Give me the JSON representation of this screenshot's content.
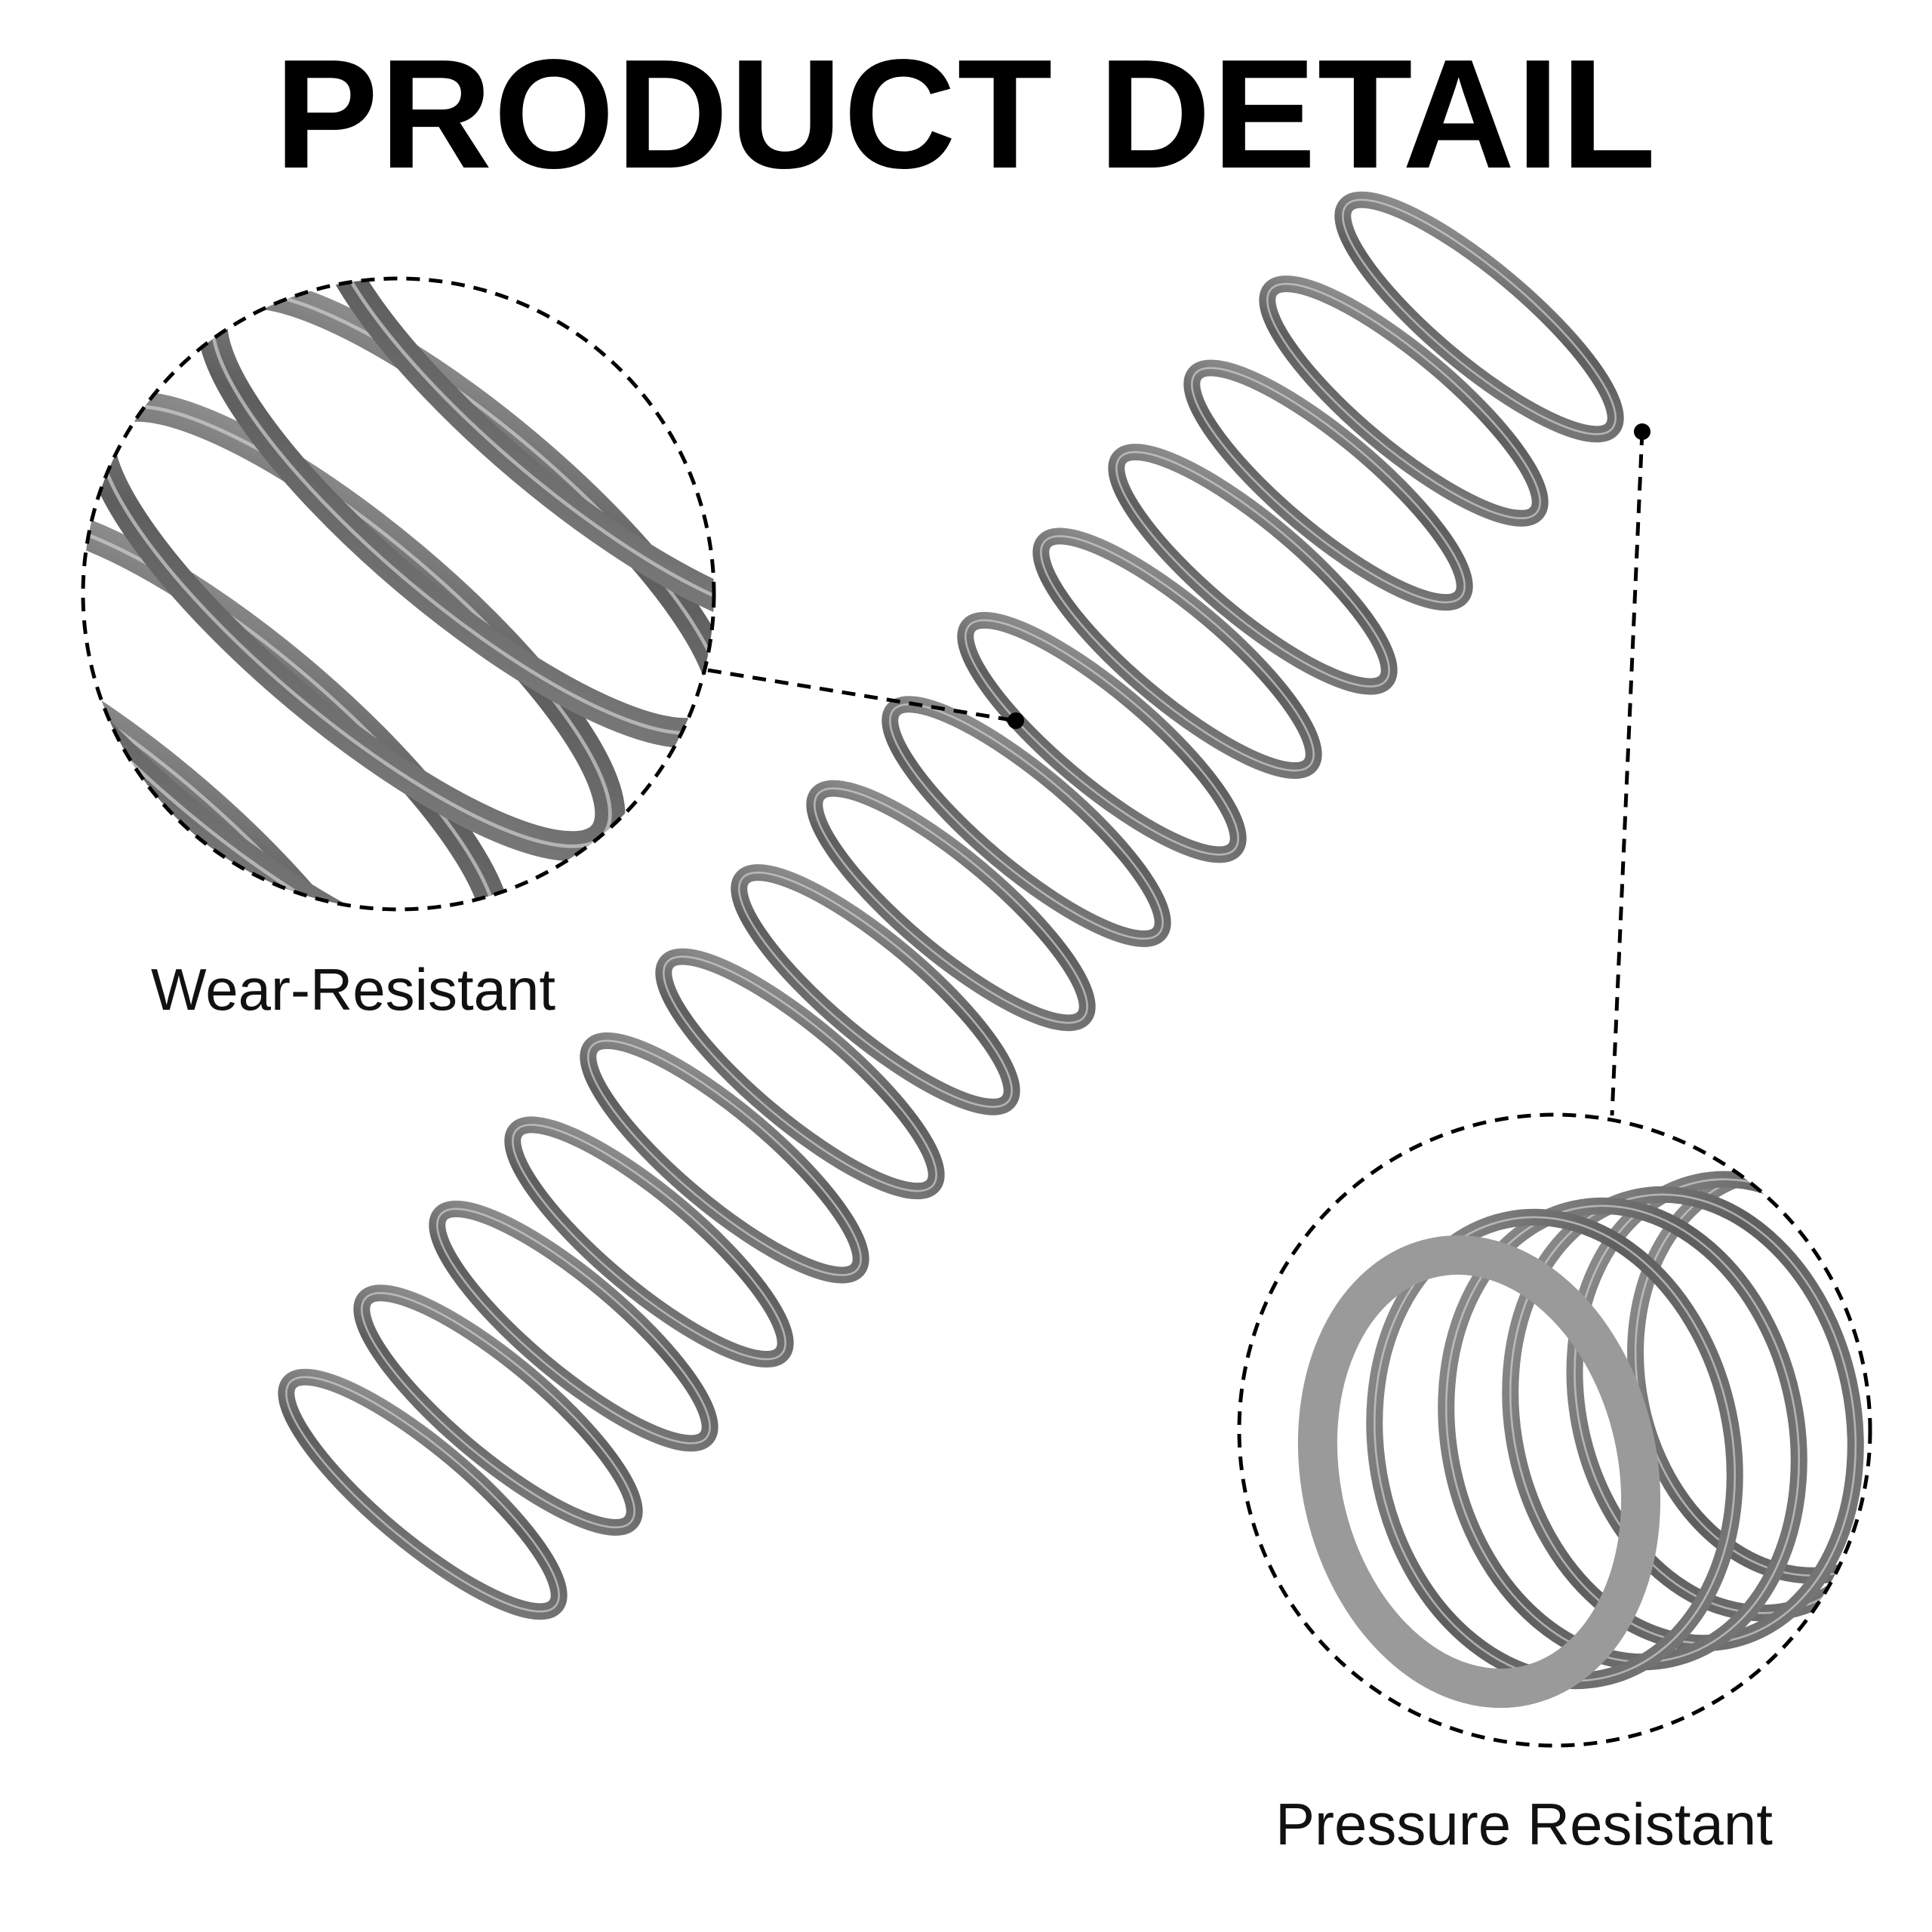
{
  "title": "PRODUCT DETAIL",
  "callouts": [
    {
      "label": "Wear-Resistant"
    },
    {
      "label": "Pressure Resistant"
    }
  ],
  "colors": {
    "text": "#000000",
    "spring_metal": "#6f6f6f",
    "spring_highlight": "#c9c9c9",
    "callout_line": "#000000",
    "background": "#ffffff"
  }
}
